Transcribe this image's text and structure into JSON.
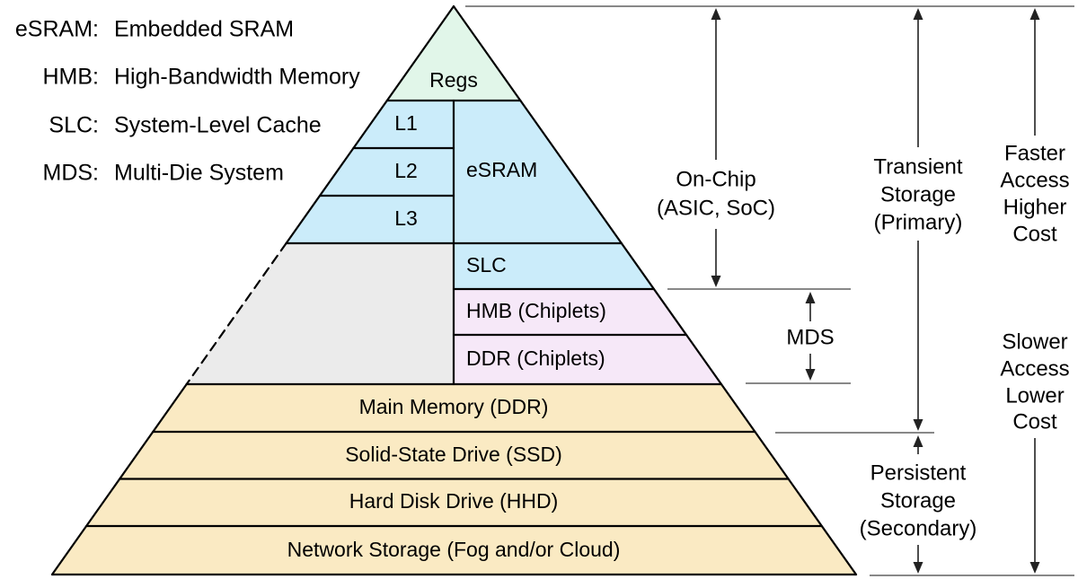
{
  "legend": {
    "items": [
      {
        "acronym": "eSRAM:",
        "definition": "Embedded SRAM"
      },
      {
        "acronym": "HMB:",
        "definition": "High-Bandwidth Memory"
      },
      {
        "acronym": "SLC:",
        "definition": "System-Level Cache"
      },
      {
        "acronym": "MDS:",
        "definition": "Multi-Die System"
      }
    ]
  },
  "pyramid": {
    "regs": "Regs",
    "l1": "L1",
    "l2": "L2",
    "l3": "L3",
    "esram": "eSRAM",
    "slc": "SLC",
    "hmb": "HMB (Chiplets)",
    "ddr": "DDR (Chiplets)",
    "main_memory": "Main Memory (DDR)",
    "ssd": "Solid-State Drive (SSD)",
    "hdd": "Hard Disk Drive (HHD)",
    "network": "Network Storage (Fog and/or Cloud)"
  },
  "annotations": {
    "on_chip": [
      "On-Chip",
      "(ASIC, SoC)"
    ],
    "transient": [
      "Transient",
      "Storage",
      "(Primary)"
    ],
    "mds": "MDS",
    "persistent": [
      "Persistent",
      "Storage",
      "(Secondary)"
    ],
    "faster": [
      "Faster",
      "Access",
      "Higher",
      "Cost"
    ],
    "slower": [
      "Slower",
      "Access",
      "Lower",
      "Cost"
    ]
  },
  "colors": {
    "regs_green": "#e1f6e9",
    "sram_blue": "#cbecfa",
    "chiplet_pink": "#f6e8f8",
    "offchip_gray": "#ebebeb",
    "storage_tan": "#faeac3",
    "outline": "#000000",
    "rail_gray": "#888888",
    "arrow_dark": "#222222"
  }
}
